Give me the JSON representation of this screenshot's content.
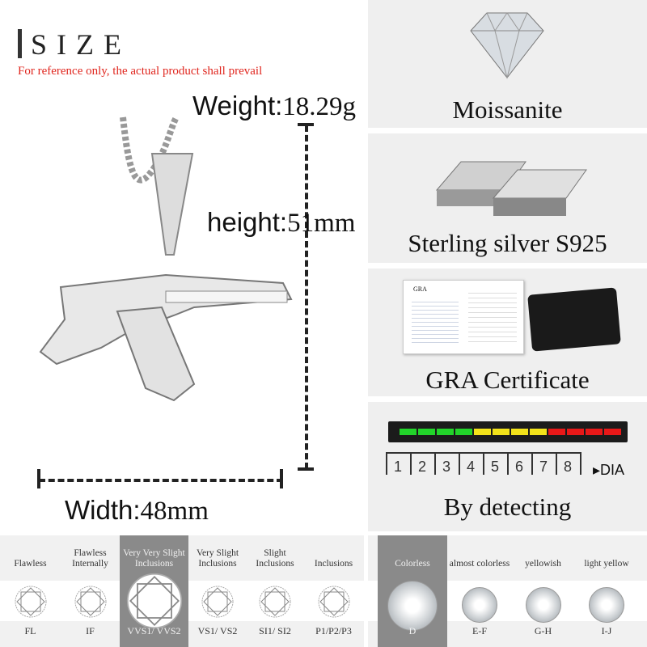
{
  "size": {
    "title": "SIZE",
    "note": "For reference only, the actual product shall prevail",
    "weight_label": "Weight:",
    "weight_value": "18.29g",
    "height_label": "height:",
    "height_value": "51mm",
    "width_label": "Width:",
    "width_value": "48mm"
  },
  "panels": [
    {
      "title": "Moissanite",
      "icon": "diamond-icon"
    },
    {
      "title": "Sterling silver S925",
      "icon": "silver-bars-icon"
    },
    {
      "title": "GRA Certificate",
      "icon": "certificate-icon",
      "cert_logo": "GRA"
    },
    {
      "title": "By detecting",
      "icon": "tester-icon",
      "scale": [
        "1",
        "2",
        "3",
        "4",
        "5",
        "6",
        "7",
        "8"
      ],
      "scale_end": "DIA",
      "led_colors": [
        "#22d42a",
        "#22d42a",
        "#22d42a",
        "#22d42a",
        "#f2e21a",
        "#f2e21a",
        "#f2e21a",
        "#f2e21a",
        "#e81818",
        "#e81818",
        "#e81818",
        "#e81818"
      ]
    }
  ],
  "clarity": [
    {
      "label": "Flawless",
      "code": "FL"
    },
    {
      "label": "Flawless Internally",
      "code": "IF"
    },
    {
      "label": "Very Very Slight Inclusions",
      "code": "VVS1/ VVS2",
      "selected": true
    },
    {
      "label": "Very Slight Inclusions",
      "code": "VS1/ VS2"
    },
    {
      "label": "Slight Inclusions",
      "code": "SI1/ SI2"
    },
    {
      "label": "Inclusions",
      "code": "P1/P2/P3"
    }
  ],
  "color": [
    {
      "label": "Colorless",
      "code": "D",
      "selected": true
    },
    {
      "label": "almost colorless",
      "code": "E-F"
    },
    {
      "label": "yellowish",
      "code": "G-H"
    },
    {
      "label": "light yellow",
      "code": "I-J"
    }
  ]
}
